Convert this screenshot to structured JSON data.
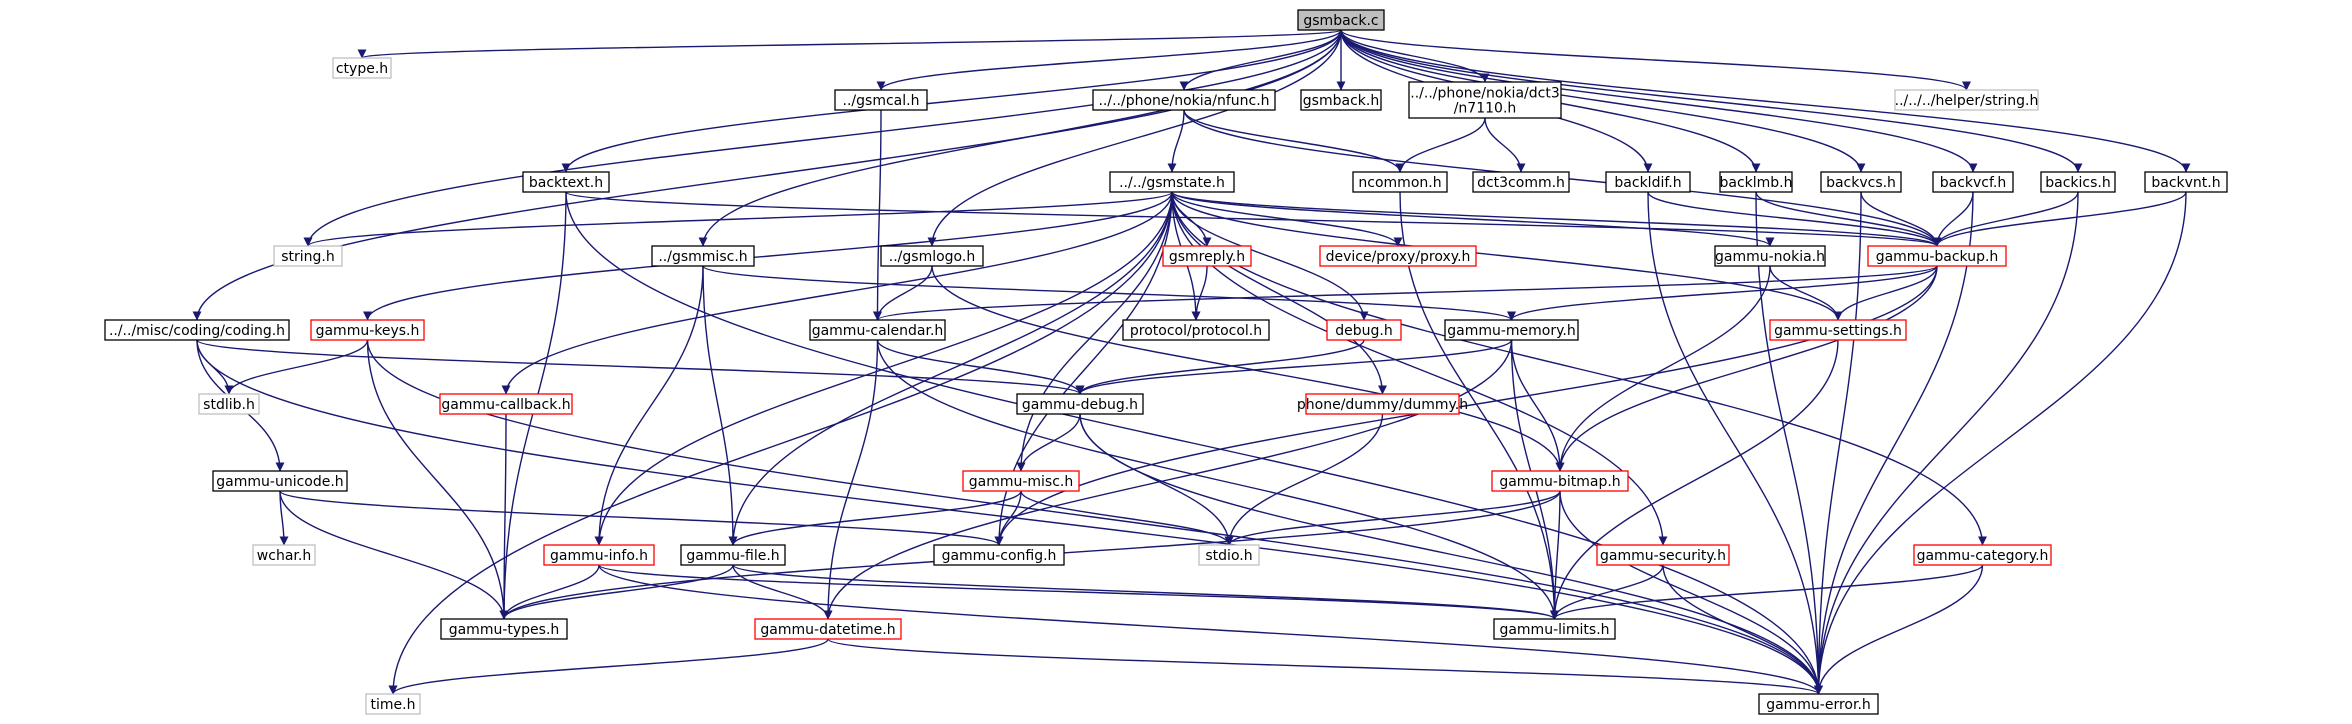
{
  "colors": {
    "edge": "#191970",
    "border_normal": "#000000",
    "border_missing": "#bfbfbf",
    "border_red": "#ff0000",
    "root_fill": "#bfbfbf"
  },
  "nodes": [
    {
      "id": "gsmback_c",
      "label": "gsmback.c",
      "style": "root"
    },
    {
      "id": "ctype_h",
      "label": "ctype.h",
      "style": "missing"
    },
    {
      "id": "gsmcal_h",
      "label": "../gsmcal.h",
      "style": "normal"
    },
    {
      "id": "nfunc_h",
      "label": "../../phone/nokia/nfunc.h",
      "style": "normal"
    },
    {
      "id": "gsmback_h",
      "label": "gsmback.h",
      "style": "normal"
    },
    {
      "id": "n7110_h",
      "label": "../../phone/nokia/dct3\n/n7110.h",
      "style": "normal"
    },
    {
      "id": "helper_string_h",
      "label": "../../../helper/string.h",
      "style": "missing"
    },
    {
      "id": "backtext_h",
      "label": "backtext.h",
      "style": "normal"
    },
    {
      "id": "gsmstate_h",
      "label": "../../gsmstate.h",
      "style": "normal"
    },
    {
      "id": "ncommon_h",
      "label": "ncommon.h",
      "style": "normal"
    },
    {
      "id": "dct3comm_h",
      "label": "dct3comm.h",
      "style": "normal"
    },
    {
      "id": "backldif_h",
      "label": "backldif.h",
      "style": "normal"
    },
    {
      "id": "backlmb_h",
      "label": "backlmb.h",
      "style": "normal"
    },
    {
      "id": "backvcs_h",
      "label": "backvcs.h",
      "style": "normal"
    },
    {
      "id": "backvcf_h",
      "label": "backvcf.h",
      "style": "normal"
    },
    {
      "id": "backics_h",
      "label": "backics.h",
      "style": "normal"
    },
    {
      "id": "backvnt_h",
      "label": "backvnt.h",
      "style": "normal"
    },
    {
      "id": "string_h",
      "label": "string.h",
      "style": "missing"
    },
    {
      "id": "gsmmisc_h",
      "label": "../gsmmisc.h",
      "style": "normal"
    },
    {
      "id": "gsmlogo_h",
      "label": "../gsmlogo.h",
      "style": "normal"
    },
    {
      "id": "gsmreply_h",
      "label": "gsmreply.h",
      "style": "red"
    },
    {
      "id": "device_proxy_h",
      "label": "device/proxy/proxy.h",
      "style": "red"
    },
    {
      "id": "gammu_nokia_h",
      "label": "gammu-nokia.h",
      "style": "normal"
    },
    {
      "id": "gammu_backup_h",
      "label": "gammu-backup.h",
      "style": "red"
    },
    {
      "id": "coding_h",
      "label": "../../misc/coding/coding.h",
      "style": "normal"
    },
    {
      "id": "gammu_keys_h",
      "label": "gammu-keys.h",
      "style": "red"
    },
    {
      "id": "gammu_calendar_h",
      "label": "gammu-calendar.h",
      "style": "normal"
    },
    {
      "id": "protocol_h",
      "label": "protocol/protocol.h",
      "style": "normal"
    },
    {
      "id": "debug_h",
      "label": "debug.h",
      "style": "red"
    },
    {
      "id": "gammu_memory_h",
      "label": "gammu-memory.h",
      "style": "normal"
    },
    {
      "id": "gammu_settings_h",
      "label": "gammu-settings.h",
      "style": "red"
    },
    {
      "id": "stdlib_h",
      "label": "stdlib.h",
      "style": "missing"
    },
    {
      "id": "gammu_callback_h",
      "label": "gammu-callback.h",
      "style": "red"
    },
    {
      "id": "gammu_debug_h",
      "label": "gammu-debug.h",
      "style": "normal"
    },
    {
      "id": "dummy_h",
      "label": "phone/dummy/dummy.h",
      "style": "red"
    },
    {
      "id": "gammu_unicode_h",
      "label": "gammu-unicode.h",
      "style": "normal"
    },
    {
      "id": "gammu_misc_h",
      "label": "gammu-misc.h",
      "style": "red"
    },
    {
      "id": "gammu_bitmap_h",
      "label": "gammu-bitmap.h",
      "style": "red"
    },
    {
      "id": "wchar_h",
      "label": "wchar.h",
      "style": "missing"
    },
    {
      "id": "gammu_info_h",
      "label": "gammu-info.h",
      "style": "red"
    },
    {
      "id": "gammu_file_h",
      "label": "gammu-file.h",
      "style": "normal"
    },
    {
      "id": "gammu_config_h",
      "label": "gammu-config.h",
      "style": "normal"
    },
    {
      "id": "stdio_h",
      "label": "stdio.h",
      "style": "missing"
    },
    {
      "id": "gammu_security_h",
      "label": "gammu-security.h",
      "style": "red"
    },
    {
      "id": "gammu_category_h",
      "label": "gammu-category.h",
      "style": "red"
    },
    {
      "id": "gammu_types_h",
      "label": "gammu-types.h",
      "style": "normal"
    },
    {
      "id": "gammu_datetime_h",
      "label": "gammu-datetime.h",
      "style": "red"
    },
    {
      "id": "gammu_limits_h",
      "label": "gammu-limits.h",
      "style": "normal"
    },
    {
      "id": "time_h",
      "label": "time.h",
      "style": "missing"
    },
    {
      "id": "gammu_error_h",
      "label": "gammu-error.h",
      "style": "normal"
    }
  ],
  "edges": [
    [
      "gsmback_c",
      "ctype_h"
    ],
    [
      "gsmback_c",
      "string_h"
    ],
    [
      "gsmback_c",
      "gsmcal_h"
    ],
    [
      "gsmback_c",
      "nfunc_h"
    ],
    [
      "gsmback_c",
      "gsmback_h"
    ],
    [
      "gsmback_c",
      "n7110_h"
    ],
    [
      "gsmback_c",
      "helper_string_h"
    ],
    [
      "gsmback_c",
      "backtext_h"
    ],
    [
      "gsmback_c",
      "gsmmisc_h"
    ],
    [
      "gsmback_c",
      "gsmlogo_h"
    ],
    [
      "gsmback_c",
      "coding_h"
    ],
    [
      "gsmback_c",
      "backldif_h"
    ],
    [
      "gsmback_c",
      "backlmb_h"
    ],
    [
      "gsmback_c",
      "backvcs_h"
    ],
    [
      "gsmback_c",
      "backvcf_h"
    ],
    [
      "gsmback_c",
      "backics_h"
    ],
    [
      "gsmback_c",
      "backvnt_h"
    ],
    [
      "gsmcal_h",
      "gammu_calendar_h"
    ],
    [
      "nfunc_h",
      "gsmstate_h"
    ],
    [
      "nfunc_h",
      "ncommon_h"
    ],
    [
      "nfunc_h",
      "gammu_backup_h"
    ],
    [
      "n7110_h",
      "ncommon_h"
    ],
    [
      "n7110_h",
      "dct3comm_h"
    ],
    [
      "backtext_h",
      "gammu_backup_h"
    ],
    [
      "backtext_h",
      "gammu_types_h"
    ],
    [
      "backtext_h",
      "gammu_error_h"
    ],
    [
      "gsmstate_h",
      "string_h"
    ],
    [
      "gsmstate_h",
      "time_h"
    ],
    [
      "gsmstate_h",
      "gammu_keys_h"
    ],
    [
      "gsmstate_h",
      "gammu_callback_h"
    ],
    [
      "gsmstate_h",
      "gammu_info_h"
    ],
    [
      "gsmstate_h",
      "gammu_file_h"
    ],
    [
      "gsmstate_h",
      "gammu_config_h"
    ],
    [
      "gsmstate_h",
      "gammu_misc_h"
    ],
    [
      "gsmstate_h",
      "protocol_h"
    ],
    [
      "gsmstate_h",
      "gsmreply_h"
    ],
    [
      "gsmstate_h",
      "debug_h"
    ],
    [
      "gsmstate_h",
      "device_proxy_h"
    ],
    [
      "gsmstate_h",
      "dummy_h"
    ],
    [
      "gsmstate_h",
      "gammu_nokia_h"
    ],
    [
      "gsmstate_h",
      "gammu_backup_h"
    ],
    [
      "gsmstate_h",
      "gammu_settings_h"
    ],
    [
      "gsmstate_h",
      "gammu_security_h"
    ],
    [
      "gsmstate_h",
      "gammu_category_h"
    ],
    [
      "ncommon_h",
      "gammu_limits_h"
    ],
    [
      "backldif_h",
      "gammu_backup_h"
    ],
    [
      "backldif_h",
      "gammu_error_h"
    ],
    [
      "backlmb_h",
      "gammu_backup_h"
    ],
    [
      "backlmb_h",
      "gammu_error_h"
    ],
    [
      "backvcs_h",
      "gammu_backup_h"
    ],
    [
      "backvcs_h",
      "gammu_error_h"
    ],
    [
      "backvcf_h",
      "gammu_backup_h"
    ],
    [
      "backvcf_h",
      "gammu_error_h"
    ],
    [
      "backics_h",
      "gammu_backup_h"
    ],
    [
      "backics_h",
      "gammu_error_h"
    ],
    [
      "backvnt_h",
      "gammu_backup_h"
    ],
    [
      "backvnt_h",
      "gammu_error_h"
    ],
    [
      "gsmmisc_h",
      "gammu_info_h"
    ],
    [
      "gsmmisc_h",
      "gammu_file_h"
    ],
    [
      "gsmmisc_h",
      "gammu_memory_h"
    ],
    [
      "gsmlogo_h",
      "gammu_calendar_h"
    ],
    [
      "gsmlogo_h",
      "gammu_bitmap_h"
    ],
    [
      "gsmreply_h",
      "protocol_h"
    ],
    [
      "gammu_nokia_h",
      "gammu_settings_h"
    ],
    [
      "gammu_nokia_h",
      "gammu_bitmap_h"
    ],
    [
      "gammu_backup_h",
      "gammu_calendar_h"
    ],
    [
      "gammu_backup_h",
      "gammu_memory_h"
    ],
    [
      "gammu_backup_h",
      "gammu_settings_h"
    ],
    [
      "gammu_backup_h",
      "gammu_bitmap_h"
    ],
    [
      "gammu_backup_h",
      "gammu_config_h"
    ],
    [
      "coding_h",
      "stdlib_h"
    ],
    [
      "coding_h",
      "gammu_unicode_h"
    ],
    [
      "coding_h",
      "gammu_debug_h"
    ],
    [
      "coding_h",
      "gammu_error_h"
    ],
    [
      "gammu_keys_h",
      "stdlib_h"
    ],
    [
      "gammu_keys_h",
      "gammu_types_h"
    ],
    [
      "gammu_keys_h",
      "gammu_error_h"
    ],
    [
      "gammu_calendar_h",
      "gammu_debug_h"
    ],
    [
      "gammu_calendar_h",
      "gammu_datetime_h"
    ],
    [
      "gammu_calendar_h",
      "gammu_limits_h"
    ],
    [
      "debug_h",
      "gammu_debug_h"
    ],
    [
      "gammu_memory_h",
      "gammu_debug_h"
    ],
    [
      "gammu_memory_h",
      "gammu_bitmap_h"
    ],
    [
      "gammu_memory_h",
      "gammu_limits_h"
    ],
    [
      "gammu_memory_h",
      "gammu_datetime_h"
    ],
    [
      "gammu_settings_h",
      "gammu_limits_h"
    ],
    [
      "gammu_callback_h",
      "gammu_types_h"
    ],
    [
      "gammu_debug_h",
      "gammu_misc_h"
    ],
    [
      "gammu_debug_h",
      "stdio_h"
    ],
    [
      "gammu_debug_h",
      "gammu_error_h"
    ],
    [
      "dummy_h",
      "stdio_h"
    ],
    [
      "gammu_unicode_h",
      "wchar_h"
    ],
    [
      "gammu_unicode_h",
      "gammu_config_h"
    ],
    [
      "gammu_unicode_h",
      "gammu_types_h"
    ],
    [
      "gammu_misc_h",
      "gammu_file_h"
    ],
    [
      "gammu_misc_h",
      "gammu_config_h"
    ],
    [
      "gammu_misc_h",
      "stdio_h"
    ],
    [
      "gammu_bitmap_h",
      "stdio_h"
    ],
    [
      "gammu_bitmap_h",
      "gammu_types_h"
    ],
    [
      "gammu_bitmap_h",
      "gammu_limits_h"
    ],
    [
      "gammu_bitmap_h",
      "gammu_error_h"
    ],
    [
      "gammu_info_h",
      "gammu_types_h"
    ],
    [
      "gammu_info_h",
      "gammu_limits_h"
    ],
    [
      "gammu_info_h",
      "gammu_error_h"
    ],
    [
      "gammu_file_h",
      "gammu_types_h"
    ],
    [
      "gammu_file_h",
      "gammu_datetime_h"
    ],
    [
      "gammu_file_h",
      "gammu_limits_h"
    ],
    [
      "gammu_security_h",
      "gammu_limits_h"
    ],
    [
      "gammu_security_h",
      "gammu_error_h"
    ],
    [
      "gammu_category_h",
      "gammu_limits_h"
    ],
    [
      "gammu_category_h",
      "gammu_error_h"
    ],
    [
      "gammu_datetime_h",
      "time_h"
    ],
    [
      "gammu_datetime_h",
      "gammu_error_h"
    ]
  ]
}
